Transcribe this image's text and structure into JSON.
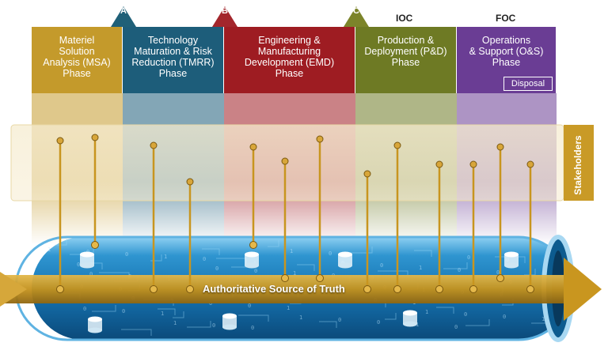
{
  "milestones": [
    {
      "label": "A",
      "color": "#1f6078"
    },
    {
      "label": "B",
      "color": "#a3262c"
    },
    {
      "label": "C",
      "color": "#7c842a"
    }
  ],
  "top_labels": {
    "ioc": "IOC",
    "foc": "FOC"
  },
  "phases": [
    {
      "lines": [
        "Materiel",
        "Solution",
        "Analysis (MSA)",
        "Phase"
      ],
      "color": "#c49a2b"
    },
    {
      "lines": [
        "Technology",
        "Maturation & Risk",
        "Reduction (TMRR)",
        "Phase"
      ],
      "color": "#1d5d7a"
    },
    {
      "lines": [
        "Engineering &",
        "Manufacturing",
        "Development (EMD)",
        "Phase"
      ],
      "color": "#9e1c22"
    },
    {
      "lines": [
        "Production &",
        "Deployment (P&D)",
        "Phase"
      ],
      "color": "#6e7a24"
    },
    {
      "lines": [
        "Operations",
        "& Support (O&S)",
        "Phase"
      ],
      "color": "#6a3d94"
    }
  ],
  "disposal_label": "Disposal",
  "stakeholders_label": "Stakeholders",
  "truth_label": "Authoritative Source of Truth",
  "colors": {
    "gold": "#c99a26",
    "pipe_blue": "#2e8fc8",
    "pipe_dark": "#0f5c8f"
  }
}
